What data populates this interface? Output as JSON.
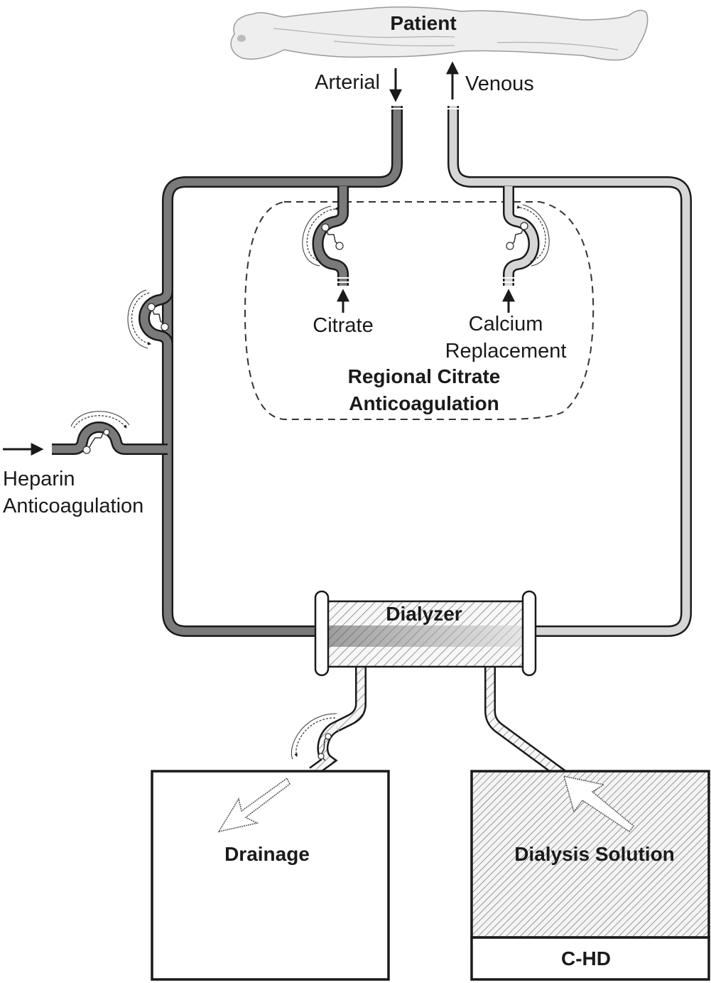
{
  "diagram": {
    "title": "Continuous hemodialysis circuit with anticoagulation options",
    "colors": {
      "arterial_line": "#7a7a7a",
      "venous_line": "#d6d6d6",
      "outline": "#1a1a1a",
      "patient_fill": "#eeeeee",
      "hatch": "#777777"
    },
    "nodes": {
      "patient": "Patient",
      "arterial": "Arterial",
      "venous": "Venous",
      "citrate": "Citrate",
      "calcium_line1": "Calcium",
      "calcium_line2": "Replacement",
      "regional_line1": "Regional Citrate",
      "regional_line2": "Anticoagulation",
      "heparin_line1": "Heparin",
      "heparin_line2": "Anticoagulation",
      "dialyzer": "Dialyzer",
      "drainage": "Drainage",
      "dialysis_solution": "Dialysis Solution",
      "mode": "C-HD"
    },
    "icons": {
      "pump": "roller-pump-icon",
      "flow_arrow": "arrow-icon"
    }
  }
}
